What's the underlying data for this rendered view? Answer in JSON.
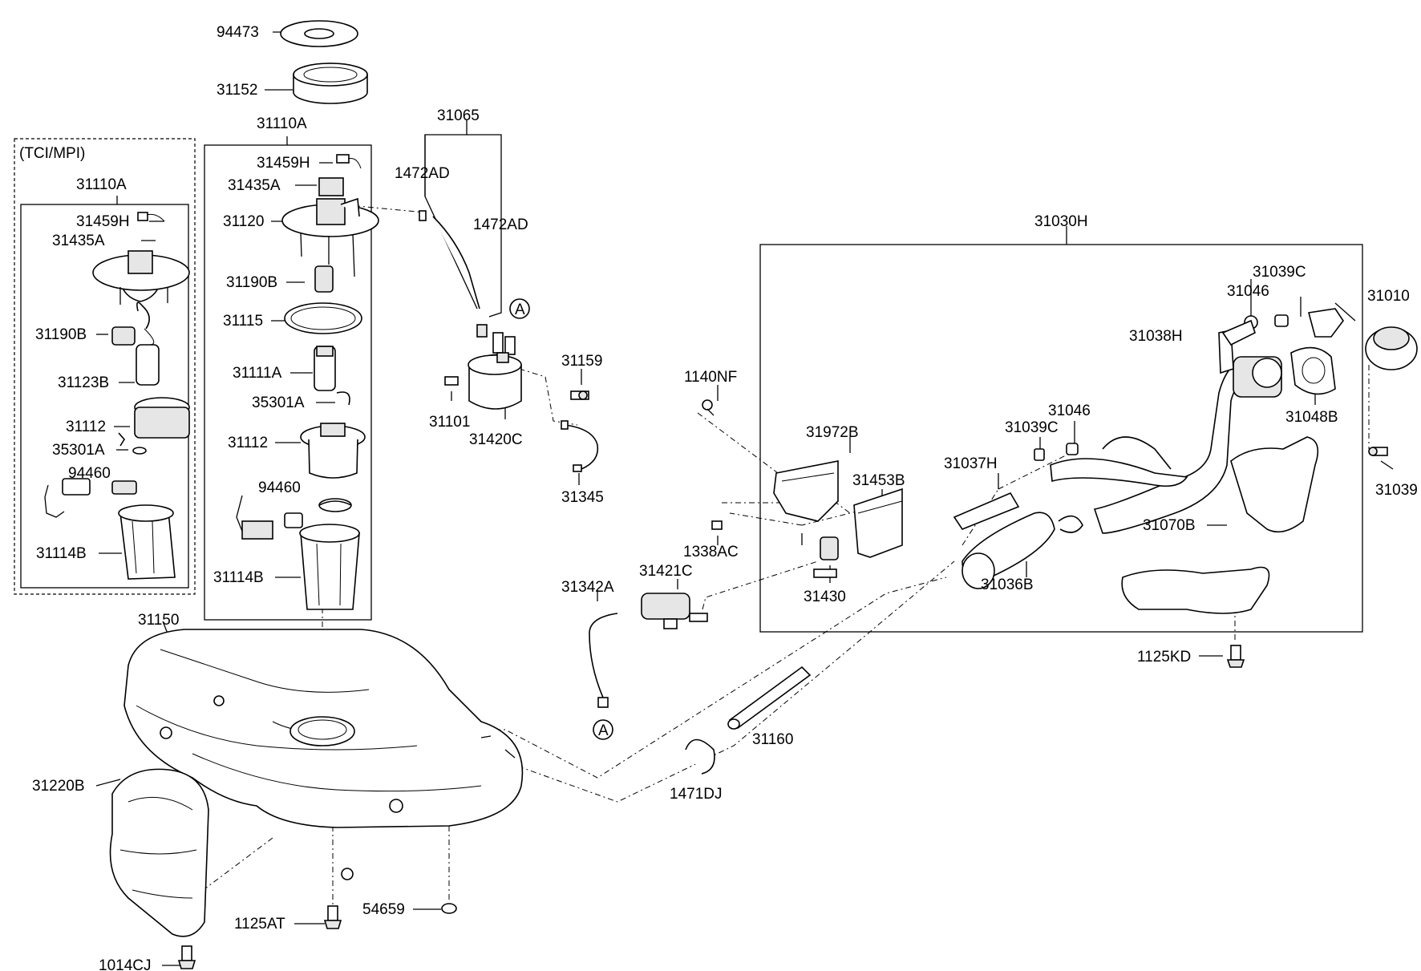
{
  "group_label_tci_mpi": "(TCI/MPI)",
  "circle_marker": "A",
  "part_labels": [
    "94473",
    "31152",
    "31110A",
    "31065",
    "1472AD",
    "1472AD",
    "31110A",
    "31459H",
    "31435A",
    "31120",
    "31459H",
    "31435A",
    "31190B",
    "31115",
    "31190B",
    "31111A",
    "31123B",
    "35301A",
    "31112",
    "31112",
    "35301A",
    "94460",
    "94460",
    "31114B",
    "31114B",
    "31150",
    "31220B",
    "1125AT",
    "1014CJ",
    "54659",
    "31101",
    "31420C",
    "31159",
    "31345",
    "31342A",
    "31421C",
    "31160",
    "1471DJ",
    "1140NF",
    "1338AC",
    "31972B",
    "31453B",
    "31430",
    "31030H",
    "31037H",
    "31036B",
    "31039C",
    "31046",
    "31046",
    "31039C",
    "31038H",
    "31010",
    "31048B",
    "31039",
    "31070B",
    "1125KD"
  ]
}
